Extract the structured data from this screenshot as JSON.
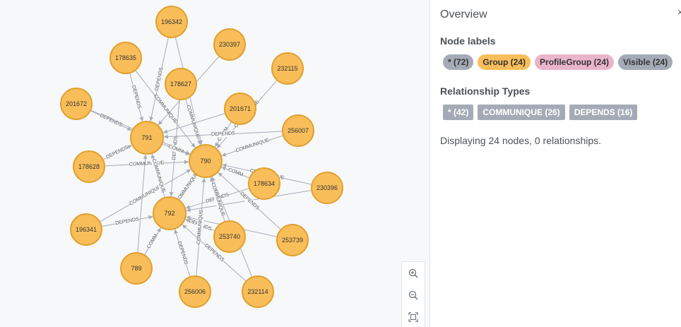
{
  "graph": {
    "node_color": "#f9be5a",
    "node_border": "#e0a12f",
    "edge_color": "#a5abb6",
    "nodes": [
      {
        "id": "196342"
      },
      {
        "id": "230397"
      },
      {
        "id": "178635"
      },
      {
        "id": "232115"
      },
      {
        "id": "178627"
      },
      {
        "id": "201671"
      },
      {
        "id": "201672"
      },
      {
        "id": "256007"
      },
      {
        "id": "791"
      },
      {
        "id": "790"
      },
      {
        "id": "178628"
      },
      {
        "id": "178634"
      },
      {
        "id": "230396"
      },
      {
        "id": "196341"
      },
      {
        "id": "792"
      },
      {
        "id": "253740"
      },
      {
        "id": "253739"
      },
      {
        "id": "789"
      },
      {
        "id": "256006"
      },
      {
        "id": "232114"
      }
    ],
    "edges": [
      {
        "from": "178635",
        "to": "791",
        "label": "DEPENDS"
      },
      {
        "from": "178635",
        "to": "790",
        "label": "COMMUNIQUE"
      },
      {
        "from": "196342",
        "to": "791",
        "label": "DEPENDS"
      },
      {
        "from": "196342",
        "to": "790",
        "label": "QUE"
      },
      {
        "from": "230397",
        "to": "791",
        "label": ""
      },
      {
        "from": "178627",
        "to": "790",
        "label": "COMMUNIQUE"
      },
      {
        "from": "178627",
        "to": "792",
        "label": "DEPENDS"
      },
      {
        "from": "232115",
        "to": "790",
        "label": "COMMUNIQUE"
      },
      {
        "from": "201671",
        "to": "790",
        "label": "COMM"
      },
      {
        "from": "201671",
        "to": "791",
        "label": ""
      },
      {
        "from": "201672",
        "to": "791",
        "label": "DEPENDS"
      },
      {
        "from": "201672",
        "to": "790",
        "label": "COM"
      },
      {
        "from": "256007",
        "to": "790",
        "label": "COMMUNIQUE"
      },
      {
        "from": "256007",
        "to": "791",
        "label": "DEPENDS"
      },
      {
        "from": "178628",
        "to": "791",
        "label": "DEPENDS"
      },
      {
        "from": "178628",
        "to": "790",
        "label": "COMMUNIQUE"
      },
      {
        "from": "178634",
        "to": "790",
        "label": "COMM"
      },
      {
        "from": "178634",
        "to": "792",
        "label": "DEPENDS"
      },
      {
        "from": "230396",
        "to": "790",
        "label": "COMMUNIQUE"
      },
      {
        "from": "230396",
        "to": "792",
        "label": ""
      },
      {
        "from": "196341",
        "to": "792",
        "label": "DEPENDS"
      },
      {
        "from": "196341",
        "to": "790",
        "label": "COMMUNIQUE"
      },
      {
        "from": "253740",
        "to": "790",
        "label": "COMMUNIQUE"
      },
      {
        "from": "253740",
        "to": "792",
        "label": "DEPENDS"
      },
      {
        "from": "253739",
        "to": "790",
        "label": "DEPENDS"
      },
      {
        "from": "253739",
        "to": "792",
        "label": ""
      },
      {
        "from": "789",
        "to": "792",
        "label": "COMM"
      },
      {
        "from": "789",
        "to": "791",
        "label": ""
      },
      {
        "from": "256006",
        "to": "792",
        "label": "DEPENDS"
      },
      {
        "from": "256006",
        "to": "790",
        "label": "COMMUNIQUE"
      },
      {
        "from": "232114",
        "to": "792",
        "label": "DEPENDS"
      },
      {
        "from": "232114",
        "to": "790",
        "label": ""
      },
      {
        "from": "792",
        "to": "791",
        "label": "COMMUNIQUE"
      },
      {
        "from": "791",
        "to": "790",
        "label": "COMM"
      },
      {
        "from": "792",
        "to": "790",
        "label": "COMMUNIQUE"
      }
    ]
  },
  "zoom": {
    "zoom_in_icon": "zoom-in-icon",
    "zoom_out_icon": "zoom-out-icon",
    "fit_icon": "fit-screen-icon"
  },
  "panel": {
    "title": "Overview",
    "close_label": "×",
    "node_labels_title": "Node labels",
    "node_labels": [
      {
        "label": "* (72)",
        "color": "#a5abb6"
      },
      {
        "label": "Group (24)",
        "color": "#f9be5a"
      },
      {
        "label": "ProfileGroup (24)",
        "color": "#eab5c9"
      },
      {
        "label": "Visible (24)",
        "color": "#a5abb6"
      }
    ],
    "relationship_types_title": "Relationship Types",
    "relationship_types": [
      {
        "label": "* (42)",
        "color": "#a5abb6"
      },
      {
        "label": "COMMUNIQUE (26)",
        "color": "#a5abb6"
      },
      {
        "label": "DEPENDS (16)",
        "color": "#a5abb6"
      }
    ],
    "status": "Displaying 24 nodes, 0 relationships."
  }
}
